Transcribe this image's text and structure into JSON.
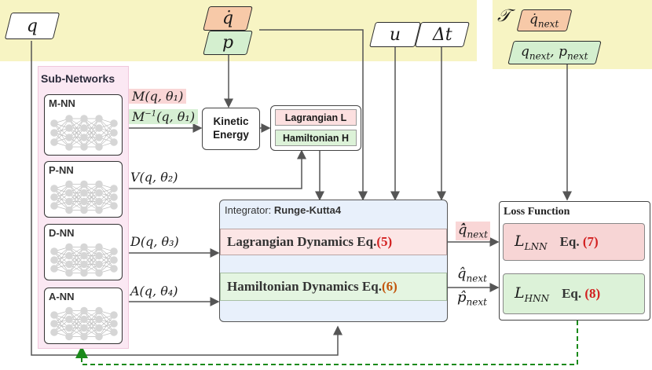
{
  "inputs": {
    "q": "q",
    "qdot": "q̇",
    "p": "p",
    "u": "u",
    "dt": "Δt"
  },
  "targets": {
    "tau": "𝒯",
    "qdot_next": "q̇",
    "qdot_next_sub": "next",
    "q_next": "q",
    "q_next_sub": "next",
    "sep": ", ",
    "p_next": "p",
    "p_next_sub": "next"
  },
  "subnetworks": {
    "title": "Sub-Networks",
    "items": [
      {
        "name": "M-NN"
      },
      {
        "name": "P-NN"
      },
      {
        "name": "D-NN"
      },
      {
        "name": "A-NN"
      }
    ]
  },
  "outputs": {
    "M": "M(q, θ₁)",
    "Minv_pre": "M",
    "Minv_sup": "−1",
    "Minv_post": "(q, θ₁)",
    "V": "V(q, θ₂)",
    "D": "D(q, θ₃)",
    "A": "A(q, θ₄)"
  },
  "kinetic": {
    "line1": "Kinetic",
    "line2": "Energy"
  },
  "energies": {
    "lagrangian": "Lagrangian L",
    "hamiltonian": "Hamiltonian H"
  },
  "integrator": {
    "prefix": "Integrator: ",
    "method": "Runge-Kutta4",
    "lagrangian_eq": "Lagrangian Dynamics Eq. ",
    "lagrangian_ref": "(5)",
    "hamiltonian_eq": "Hamiltonian Dynamics Eq. ",
    "hamiltonian_ref": "(6)"
  },
  "predictions": {
    "qddot": "q̂̇",
    "qdot": "q̂",
    "pdot": "p̂",
    "sub": "next"
  },
  "loss": {
    "title": "Loss Function",
    "lnn": "L",
    "lnn_sub": "LNN",
    "lnn_eq": "Eq. ",
    "lnn_ref": "(7)",
    "hnn": "L",
    "hnn_sub": "HNN",
    "hnn_eq": "Eq. ",
    "hnn_ref": "(8)"
  },
  "colors": {
    "band": "#f7f4c3",
    "subnet_bg": "#fbe8f3",
    "red_row": "#fce6e6",
    "green_row": "#e4f5e1",
    "integrator_bg": "#e8f0fb",
    "feedback": "#1a8a1a"
  }
}
